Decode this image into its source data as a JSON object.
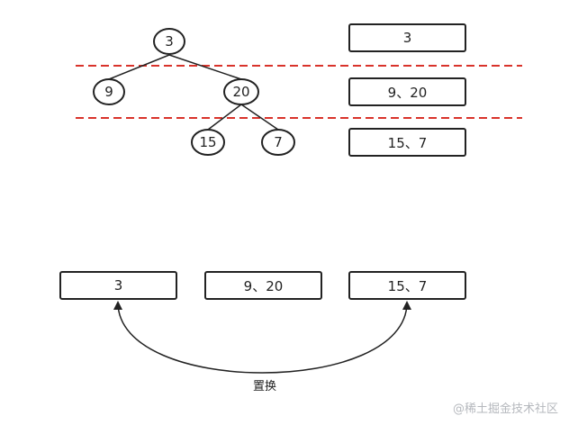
{
  "tree": {
    "nodes": [
      {
        "id": "n3",
        "label": "3"
      },
      {
        "id": "n9",
        "label": "9"
      },
      {
        "id": "n20",
        "label": "20"
      },
      {
        "id": "n15",
        "label": "15"
      },
      {
        "id": "n7",
        "label": "7"
      }
    ]
  },
  "levels": [
    "3",
    "9、20",
    "15、7"
  ],
  "swapped": [
    "3",
    "9、20",
    "15、7"
  ],
  "swap_label": "置换",
  "watermark": "@稀土掘金技术社区",
  "colors": {
    "stroke": "#222222",
    "divider": "#d9332b",
    "watermark": "#b5b8bd"
  }
}
